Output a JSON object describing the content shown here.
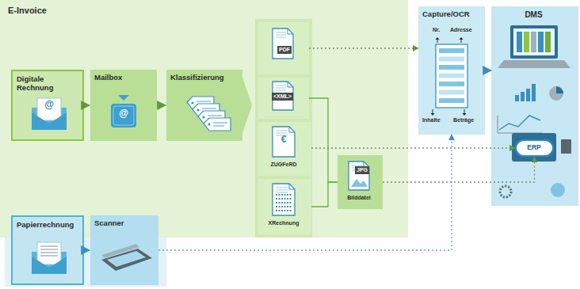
{
  "diagram": {
    "nodes": [
      {
        "text": [
          "E-Invoice"
        ]
      },
      {
        "text": [
          "Digitale Rechnung",
          "@"
        ],
        "in": 0
      },
      {
        "text": [
          "Mailbox",
          "@"
        ],
        "in": 0
      },
      {
        "text": [
          "Klassifizierung"
        ],
        "in": 0
      },
      {
        "text": [
          "PDF"
        ],
        "in": 0
      },
      {
        "text": [
          "<XML>"
        ],
        "in": 0
      },
      {
        "text": [
          "€",
          "ZUGFeRD"
        ],
        "in": 0
      },
      {
        "text": [
          "XRechnung"
        ],
        "in": 0
      },
      {
        "text": [
          "JPG",
          "Bilddatei"
        ],
        "in": 0
      },
      {
        "text": [
          "Papierrechnung"
        ]
      },
      {
        "text": [
          "Scanner"
        ]
      },
      {
        "text": [
          "Capture/OCR",
          "Nr.",
          "Adresse",
          "Inhalte",
          "Beträge"
        ]
      },
      {
        "text": [
          "DMS"
        ]
      },
      {
        "text": [
          "ERP"
        ],
        "in": 12
      }
    ],
    "edges": [
      {
        "from": 1,
        "to": 2,
        "arrow": "to"
      },
      {
        "from": 2,
        "to": 3,
        "arrow": "to"
      },
      {
        "from": 9,
        "to": 10,
        "arrow": "to"
      },
      {
        "from": 4,
        "to": 11,
        "arrow": "to"
      },
      {
        "from": 5,
        "to": 8,
        "arrow": "none"
      },
      {
        "from": 7,
        "to": 8,
        "arrow": "none"
      },
      {
        "from": 6,
        "to": 13,
        "arrow": "to"
      },
      {
        "from": 8,
        "to": 13,
        "arrow": "to"
      },
      {
        "from": 10,
        "to": 11,
        "arrow": "to"
      },
      {
        "from": 11,
        "to": 12,
        "arrow": "to"
      }
    ]
  }
}
